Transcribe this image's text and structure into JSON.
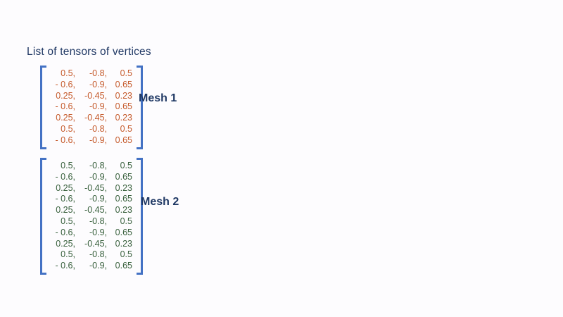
{
  "title": "List of tensors of vertices",
  "colors": {
    "background": "#FDFCFE",
    "title_text": "#203864",
    "label_text": "#1F3864",
    "bracket": "#4472C4",
    "mesh1_text": "#C55A2B",
    "mesh2_text": "#38603C"
  },
  "meshes": [
    {
      "label": "Mesh 1",
      "text_color": "#C55A2B",
      "rows": [
        [
          "0.5,",
          "-0.8,",
          "0.5"
        ],
        [
          "- 0.6,",
          "-0.9,",
          "0.65"
        ],
        [
          "0.25,",
          "-0.45,",
          "0.23"
        ],
        [
          "- 0.6,",
          "-0.9,",
          "0.65"
        ],
        [
          "0.25,",
          "-0.45,",
          "0.23"
        ],
        [
          "0.5,",
          "-0.8,",
          "0.5"
        ],
        [
          "- 0.6,",
          "-0.9,",
          "0.65"
        ]
      ]
    },
    {
      "label": "Mesh 2",
      "text_color": "#38603C",
      "rows": [
        [
          "0.5,",
          "-0.8,",
          "0.5"
        ],
        [
          "- 0.6,",
          "-0.9,",
          "0.65"
        ],
        [
          "0.25,",
          "-0.45,",
          "0.23"
        ],
        [
          "- 0.6,",
          "-0.9,",
          "0.65"
        ],
        [
          "0.25,",
          "-0.45,",
          "0.23"
        ],
        [
          "0.5,",
          "-0.8,",
          "0.5"
        ],
        [
          "- 0.6,",
          "-0.9,",
          "0.65"
        ],
        [
          "0.25,",
          "-0.45,",
          "0.23"
        ],
        [
          "0.5,",
          "-0.8,",
          "0.5"
        ],
        [
          "- 0.6,",
          "-0.9,",
          "0.65"
        ]
      ]
    }
  ]
}
